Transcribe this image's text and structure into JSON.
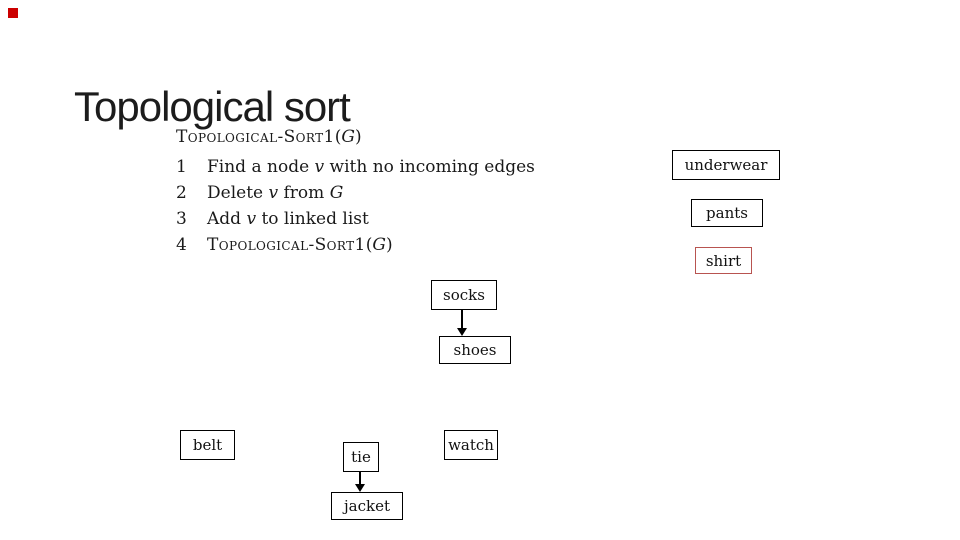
{
  "slide": {
    "title": "Topological sort",
    "accent_square_color": "#cc0000",
    "background_color": "#ffffff",
    "text_color": "#1a1a1a"
  },
  "pseudocode": {
    "header": {
      "proc": "Topological-Sort1",
      "open_paren": "(",
      "arg": "G",
      "close_paren": ")"
    },
    "lines": [
      {
        "num": "1",
        "pre": "Find a node ",
        "var": "v",
        "post": " with no incoming edges"
      },
      {
        "num": "2",
        "pre": "Delete ",
        "var": "v",
        "mid": " from ",
        "arg": "G"
      },
      {
        "num": "3",
        "pre": "Add ",
        "var": "v",
        "post": " to linked list"
      },
      {
        "num": "4",
        "proc": "Topological-Sort1",
        "open_paren": "(",
        "arg": "G",
        "close_paren": ")"
      }
    ]
  },
  "graph": {
    "nodes": {
      "underwear": {
        "label": "underwear",
        "border_color": "#000000"
      },
      "pants": {
        "label": "pants",
        "border_color": "#000000"
      },
      "shirt": {
        "label": "shirt",
        "border_color": "#b85450"
      },
      "socks": {
        "label": "socks",
        "border_color": "#000000"
      },
      "shoes": {
        "label": "shoes",
        "border_color": "#000000"
      },
      "belt": {
        "label": "belt",
        "border_color": "#000000"
      },
      "tie": {
        "label": "tie",
        "border_color": "#000000"
      },
      "watch": {
        "label": "watch",
        "border_color": "#000000"
      },
      "jacket": {
        "label": "jacket",
        "border_color": "#000000"
      }
    },
    "edges": [
      {
        "from": "socks",
        "to": "shoes"
      },
      {
        "from": "tie",
        "to": "jacket"
      }
    ]
  }
}
